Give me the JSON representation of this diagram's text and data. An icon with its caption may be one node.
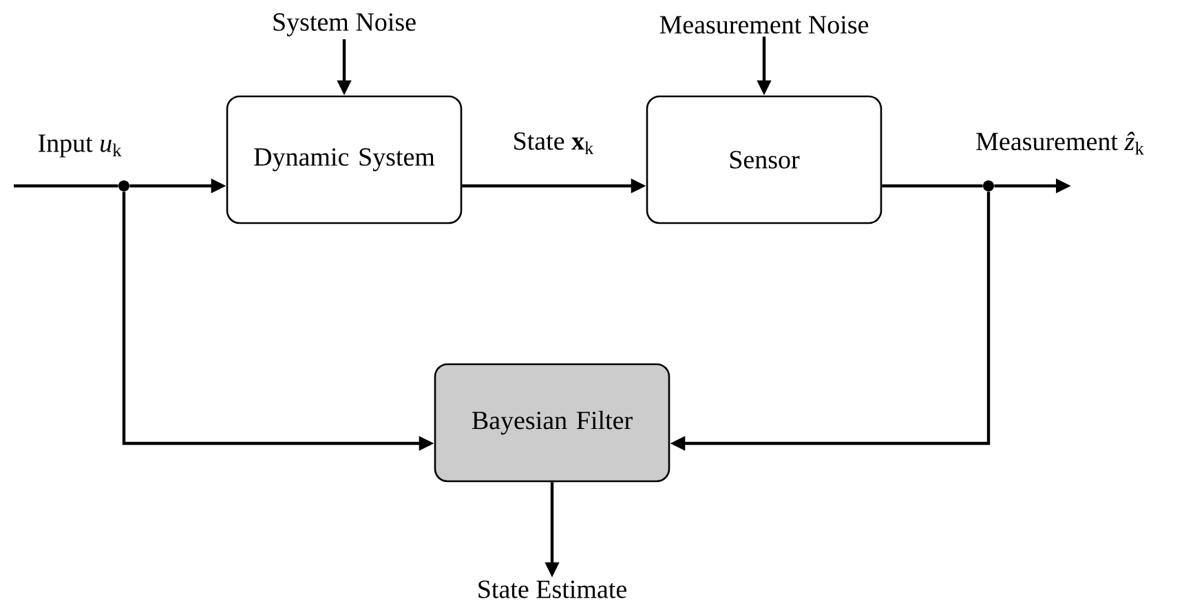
{
  "diagram": {
    "nodes": [
      {
        "text": [
          "Dynamic System"
        ]
      },
      {
        "text": [
          "Sensor"
        ]
      },
      {
        "text": [
          "Bayesian Filter"
        ]
      },
      {
        "text": [
          "System Noise"
        ]
      },
      {
        "text": [
          "Measurement Noise"
        ]
      },
      {
        "text": [
          "State Estimate"
        ]
      },
      {
        "text": [],
        "shape": "circle"
      },
      {
        "text": [],
        "shape": "circle"
      }
    ],
    "edges": [
      {
        "from": null,
        "to": 6,
        "arrow": "none",
        "label": "Input *u*$_{k}$"
      },
      {
        "from": 6,
        "to": 0,
        "arrow": "to"
      },
      {
        "from": 0,
        "to": 1,
        "arrow": "to",
        "label": "State **x**$_{k}$"
      },
      {
        "from": 1,
        "to": 7,
        "arrow": "none"
      },
      {
        "from": 7,
        "to": null,
        "arrow": "to",
        "label": "Measurement *ẑ*$_{k}$"
      },
      {
        "from": 6,
        "to": 2,
        "arrow": "to"
      },
      {
        "from": 7,
        "to": 2,
        "arrow": "to"
      },
      {
        "from": 3,
        "to": 0,
        "arrow": "to"
      },
      {
        "from": 4,
        "to": 1,
        "arrow": "to"
      },
      {
        "from": 2,
        "to": 5,
        "arrow": "to"
      }
    ]
  }
}
